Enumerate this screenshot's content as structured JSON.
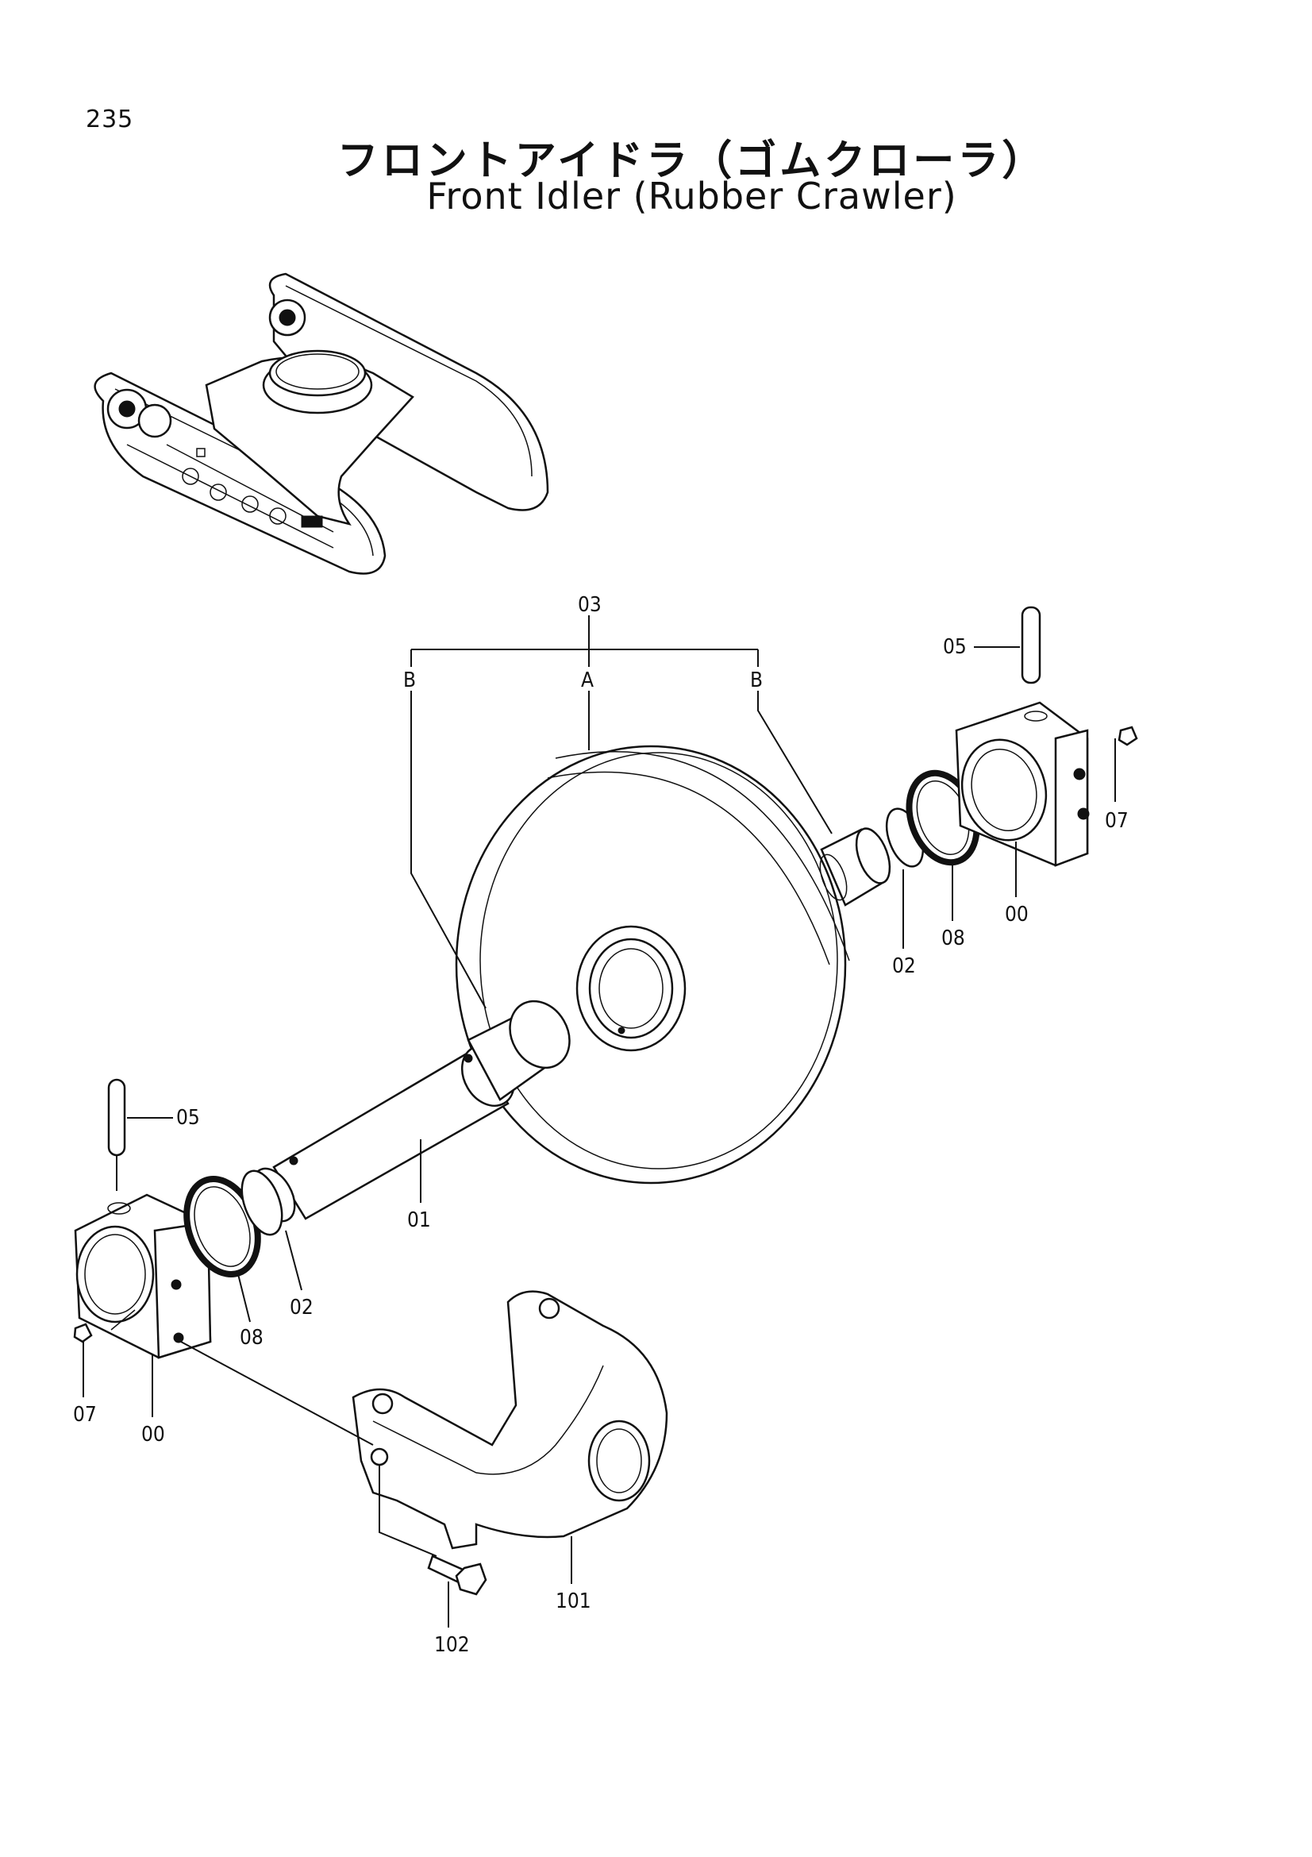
{
  "page_number": "235",
  "title_jp": "フロントアイドラ（ゴムクローラ）",
  "title_en": "Front Idler (Rubber Crawler)",
  "callouts": {
    "c03": "03",
    "cA": "A",
    "cB_left": "B",
    "cB_right": "B",
    "c05_right": "05",
    "c07_right": "07",
    "c00_right": "00",
    "c08_right": "08",
    "c02_right": "02",
    "c05_left": "05",
    "c01": "01",
    "c02_left": "02",
    "c08_left": "08",
    "c07_left": "07",
    "c00_left": "00",
    "c101": "101",
    "c102": "102"
  }
}
